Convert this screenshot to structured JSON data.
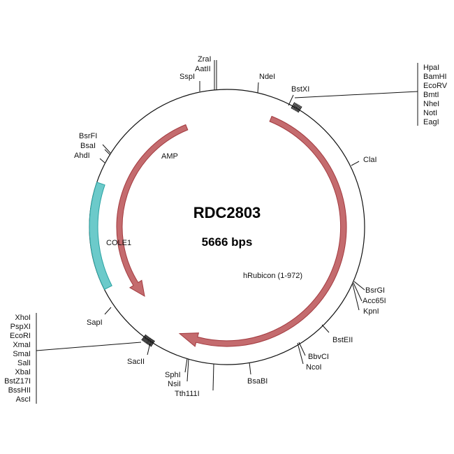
{
  "plasmid": {
    "name": "RDC2803",
    "size_label": "5666 bps"
  },
  "features": [
    {
      "label": "AMP",
      "color": "#c46b6e",
      "stroke": "#a23a3f"
    },
    {
      "label": "COLE1",
      "color": "#6ccaca",
      "stroke": "#2aa3a3"
    },
    {
      "label": "hRubicon (1-972)",
      "color": "#c46b6e",
      "stroke": "#a23a3f"
    }
  ],
  "sites": {
    "zral": "ZraI",
    "aatii": "AatII",
    "sspi": "SspI",
    "ndei": "NdeI",
    "bstxi": "BstXI",
    "right_cluster": [
      "HpaI",
      "BamHI",
      "EcoRV",
      "BmtI",
      "NheI",
      "NotI",
      "EagI"
    ],
    "clai": "ClaI",
    "bsrfi": "BsrFI",
    "bsai": "BsaI",
    "ahdi": "AhdI",
    "bsrgi": "BsrGI",
    "acc65i": "Acc65I",
    "kpni": "KpnI",
    "bsteii": "BstEII",
    "bbvci": "BbvCI",
    "ncoi": "NcoI",
    "bsabi": "BsaBI",
    "sphi": "SphI",
    "nsii": "NsiI",
    "tth111i": "Tth111I",
    "sacii": "SacII",
    "sapi": "SapI",
    "left_cluster": [
      "XhoI",
      "PspXI",
      "EcoRI",
      "XmaI",
      "SmaI",
      "SalI",
      "XbaI",
      "BstZ17I",
      "BssHII",
      "AscI"
    ]
  }
}
